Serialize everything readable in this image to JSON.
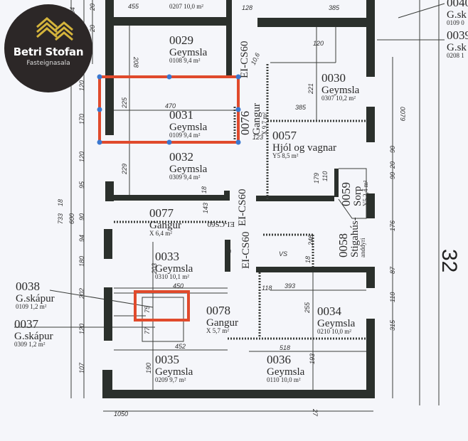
{
  "brand": {
    "name": "Betri Stofan",
    "tagline": "Fasteignasala",
    "colors": {
      "circle": "#2c2727",
      "chevrons": "#d4b43c"
    }
  },
  "highlight_color": "#e04a2c",
  "rooms": [
    {
      "id": "0029",
      "name": "Geymsla",
      "area": "0108 9,4 m²"
    },
    {
      "id": "0031",
      "name": "Geymsla",
      "area": "0109 9,4 m²"
    },
    {
      "id": "0032",
      "name": "Geymsla",
      "area": "0309 9,4 m²"
    },
    {
      "id": "0030",
      "name": "Geymsla",
      "area": "0307 10,2 m²"
    },
    {
      "id": "0057",
      "name": "Hjól og vagnar",
      "area": "Y5 8,5 m²"
    },
    {
      "id": "0077",
      "name": "Gangur",
      "area": "X 6,4 m²"
    },
    {
      "id": "0033",
      "name": "Geymsla",
      "area": "0310 10,1 m²"
    },
    {
      "id": "0078",
      "name": "Gangur",
      "area": "X 5,7 m²"
    },
    {
      "id": "0034",
      "name": "Geymsla",
      "area": "0210 10,0 m²"
    },
    {
      "id": "0035",
      "name": "Geymsla",
      "area": "0209 9,7 m²"
    },
    {
      "id": "0036",
      "name": "Geymsla",
      "area": "0110 10,0 m²"
    },
    {
      "id": "0038",
      "name": "G.skápur",
      "area": "0109 1,2 m²"
    },
    {
      "id": "0037",
      "name": "G.skápur",
      "area": "0309 1,2 m²"
    },
    {
      "id": "0040",
      "name": "G.sk",
      "area": "0109 0"
    },
    {
      "id": "0039",
      "name": "G.sk",
      "area": "0208 1"
    }
  ],
  "rotated_rooms": [
    {
      "id": "0076",
      "name": "Gangur",
      "area": "X 9,7 m²"
    },
    {
      "id": "0059",
      "name": "Sorp",
      "area": "Y5 2,4 m²"
    },
    {
      "id": "0058",
      "name": "Stigahús-",
      "area": "anddyri"
    }
  ],
  "top_partial": {
    "area": "0207 10,0 m²",
    "dim": "455"
  },
  "fire_labels": [
    "EI-CS60",
    "EI-CS60",
    "EI-CS60",
    "EI-CS60"
  ],
  "big_dimension": "32",
  "dimensions": [
    "304",
    "20",
    "20",
    "120",
    "170",
    "120",
    "95",
    "18",
    "90",
    "94",
    "180",
    "202",
    "120",
    "107",
    "1050",
    "208",
    "225",
    "470",
    "229",
    "221",
    "385",
    "120",
    "123",
    "179",
    "110",
    "90",
    "20",
    "90",
    "176",
    "87",
    "110",
    "315",
    "27",
    "246",
    "18",
    "118",
    "393",
    "255",
    "518",
    "193",
    "450",
    "452",
    "203",
    "190",
    "75",
    "77",
    "143",
    "733",
    "600",
    "18",
    "7",
    "0079",
    "VS",
    "10,6",
    "128",
    "385"
  ]
}
